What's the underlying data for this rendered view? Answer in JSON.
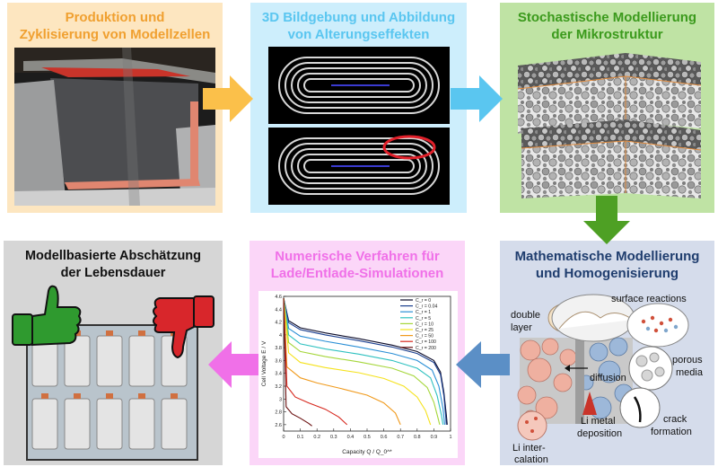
{
  "panels": {
    "production": {
      "title_line1": "Produktion und",
      "title_line2": "Zyklisierung von Modellzellen",
      "color": "#f0a030",
      "bg": "#fde6c0"
    },
    "imaging": {
      "title_line1": "3D Bildgebung und Abbildung",
      "title_line2": "von Alterungseffekten",
      "color": "#5ac6f0",
      "bg": "#cdeefc"
    },
    "stochastic": {
      "title_line1": "Stochastische Modellierung",
      "title_line2": "der Mikrostruktur",
      "color": "#3b9a1c",
      "bg": "#bfe3a4"
    },
    "mathematical": {
      "title_line1": "Mathematische Modellierung",
      "title_line2": "und Homogenisierung",
      "color": "#1f3d6e",
      "bg": "#d5dceb"
    },
    "numerical": {
      "title_line1": "Numerische Verfahren für",
      "title_line2": "Lade/Entlade-Simulationen",
      "color": "#f070e8",
      "bg": "#fbd6f8"
    },
    "lifetime": {
      "title_line1": "Modellbasierte Abschätzung",
      "title_line2": "der Lebensdauer",
      "color": "#111111",
      "bg": "#d6d6d6"
    }
  },
  "math_labels": {
    "double_layer_1": "double",
    "double_layer_2": "layer",
    "surface_reactions": "surface reactions",
    "porous_1": "porous",
    "porous_2": "media",
    "diffusion": "diffusion",
    "li_metal_1": "Li metal",
    "li_metal_2": "deposition",
    "crack_1": "crack",
    "crack_2": "formation",
    "li_inter_1": "Li inter-",
    "li_inter_2": "calation"
  },
  "chart_data": {
    "type": "line",
    "xlabel": "Capacity Q / Q_0^*",
    "ylabel": "Cell Voltage E / V",
    "xlim": [
      0,
      1
    ],
    "ylim": [
      2.5,
      4.6
    ],
    "xticks": [
      "0",
      "0.1",
      "0.2",
      "0.3",
      "0.4",
      "0.5",
      "0.6",
      "0.7",
      "0.8",
      "0.9",
      "1"
    ],
    "yticks": [
      "2.6",
      "2.8",
      "3",
      "3.2",
      "3.4",
      "3.6",
      "3.8",
      "4",
      "4.2",
      "4.4",
      "4.6"
    ],
    "legend_position": "top-right",
    "series": [
      {
        "name": "C_r = 0",
        "color": "#0a0a28",
        "values": [
          [
            0,
            4.57
          ],
          [
            0.03,
            4.22
          ],
          [
            0.1,
            4.11
          ],
          [
            0.25,
            4.03
          ],
          [
            0.45,
            3.94
          ],
          [
            0.65,
            3.84
          ],
          [
            0.8,
            3.74
          ],
          [
            0.9,
            3.6
          ],
          [
            0.94,
            3.42
          ],
          [
            0.96,
            3.1
          ],
          [
            0.975,
            2.75
          ],
          [
            0.98,
            2.6
          ]
        ]
      },
      {
        "name": "C_r = 0.04",
        "color": "#1b3f8f",
        "values": [
          [
            0,
            4.57
          ],
          [
            0.03,
            4.19
          ],
          [
            0.1,
            4.08
          ],
          [
            0.25,
            4.0
          ],
          [
            0.45,
            3.91
          ],
          [
            0.65,
            3.81
          ],
          [
            0.8,
            3.71
          ],
          [
            0.9,
            3.57
          ],
          [
            0.94,
            3.38
          ],
          [
            0.96,
            3.05
          ],
          [
            0.972,
            2.7
          ],
          [
            0.975,
            2.6
          ]
        ]
      },
      {
        "name": "C_r = 1",
        "color": "#2a8fd6",
        "values": [
          [
            0,
            4.57
          ],
          [
            0.03,
            4.1
          ],
          [
            0.1,
            3.98
          ],
          [
            0.25,
            3.9
          ],
          [
            0.45,
            3.81
          ],
          [
            0.65,
            3.71
          ],
          [
            0.8,
            3.6
          ],
          [
            0.89,
            3.45
          ],
          [
            0.93,
            3.2
          ],
          [
            0.955,
            2.85
          ],
          [
            0.965,
            2.6
          ]
        ]
      },
      {
        "name": "C_r = 5",
        "color": "#2fc1c0",
        "values": [
          [
            0,
            4.57
          ],
          [
            0.03,
            4.0
          ],
          [
            0.1,
            3.86
          ],
          [
            0.25,
            3.78
          ],
          [
            0.45,
            3.7
          ],
          [
            0.65,
            3.6
          ],
          [
            0.8,
            3.48
          ],
          [
            0.88,
            3.33
          ],
          [
            0.92,
            3.05
          ],
          [
            0.945,
            2.75
          ],
          [
            0.955,
            2.6
          ]
        ]
      },
      {
        "name": "C_r = 10",
        "color": "#a5d63a",
        "values": [
          [
            0,
            4.57
          ],
          [
            0.03,
            3.88
          ],
          [
            0.1,
            3.74
          ],
          [
            0.25,
            3.66
          ],
          [
            0.45,
            3.58
          ],
          [
            0.65,
            3.48
          ],
          [
            0.78,
            3.36
          ],
          [
            0.86,
            3.18
          ],
          [
            0.9,
            2.95
          ],
          [
            0.925,
            2.7
          ],
          [
            0.935,
            2.6
          ]
        ]
      },
      {
        "name": "C_r = 25",
        "color": "#f5e21c",
        "values": [
          [
            0,
            4.57
          ],
          [
            0.03,
            3.72
          ],
          [
            0.1,
            3.57
          ],
          [
            0.25,
            3.49
          ],
          [
            0.45,
            3.41
          ],
          [
            0.6,
            3.32
          ],
          [
            0.72,
            3.2
          ],
          [
            0.8,
            3.03
          ],
          [
            0.85,
            2.82
          ],
          [
            0.88,
            2.6
          ]
        ]
      },
      {
        "name": "C_r = 50",
        "color": "#f09a1c",
        "values": [
          [
            0,
            4.57
          ],
          [
            0.02,
            3.5
          ],
          [
            0.1,
            3.33
          ],
          [
            0.2,
            3.25
          ],
          [
            0.35,
            3.16
          ],
          [
            0.5,
            3.06
          ],
          [
            0.6,
            2.94
          ],
          [
            0.67,
            2.78
          ],
          [
            0.7,
            2.6
          ]
        ]
      },
      {
        "name": "C_r = 100",
        "color": "#d6281e",
        "values": [
          [
            0,
            4.57
          ],
          [
            0.02,
            3.2
          ],
          [
            0.07,
            3.03
          ],
          [
            0.15,
            2.94
          ],
          [
            0.25,
            2.84
          ],
          [
            0.33,
            2.72
          ],
          [
            0.38,
            2.6
          ]
        ]
      },
      {
        "name": "C_r = 200",
        "color": "#6a1010",
        "values": [
          [
            0,
            4.57
          ],
          [
            0.015,
            2.88
          ],
          [
            0.05,
            2.77
          ],
          [
            0.1,
            2.7
          ],
          [
            0.15,
            2.62
          ],
          [
            0.17,
            2.58
          ]
        ]
      }
    ]
  }
}
